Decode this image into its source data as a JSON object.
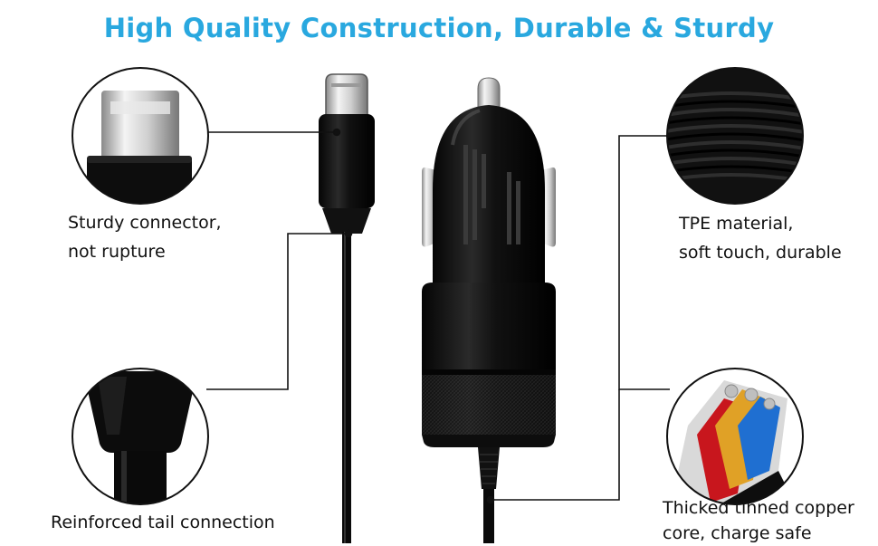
{
  "title": "High Quality Construction, Durable & Sturdy",
  "features": [
    {
      "line1": "Sturdy connector,",
      "line2": "not rupture",
      "icon": "usb-c-connector-closeup"
    },
    {
      "line1": "Reinforced tail connection",
      "line2": "",
      "icon": "cable-tail-closeup"
    },
    {
      "line1": "TPE material,",
      "line2": "soft touch, durable",
      "icon": "coiled-cable-closeup"
    },
    {
      "line1": "Thicked tinned copper",
      "line2": "core, charge safe",
      "icon": "copper-core-closeup"
    }
  ],
  "colors": {
    "accent": "#29a8df",
    "product": "#111111"
  }
}
